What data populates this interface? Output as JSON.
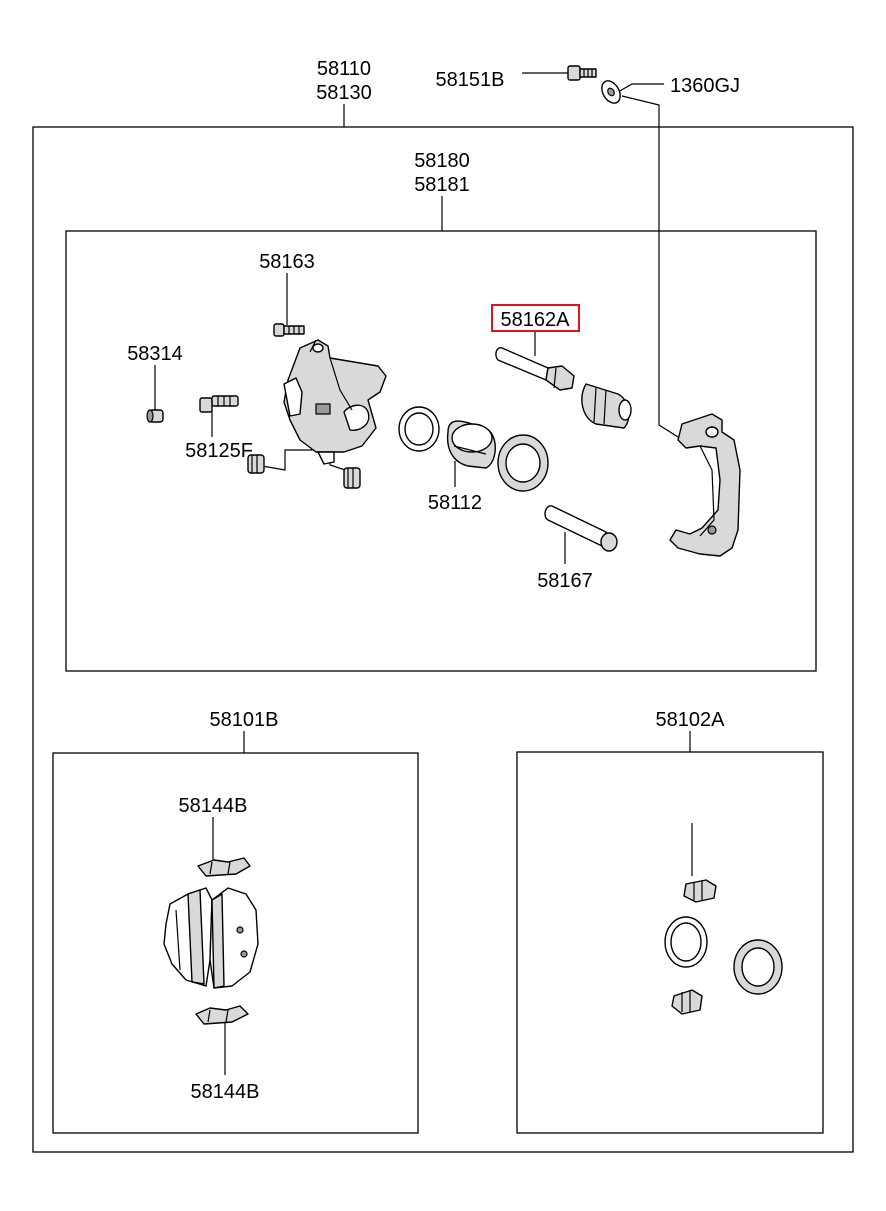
{
  "labels": {
    "assembly_front": "58110",
    "assembly_rear": "58130",
    "bolt": "58151B",
    "washer": "1360GJ",
    "caliper_body_a": "58180",
    "caliper_body_b": "58181",
    "bleeder_bolt": "58163",
    "cap": "58314",
    "bleeder_screw": "58125F",
    "guide_rod_highlighted": "58162A",
    "piston": "58112",
    "guide_rod": "58167",
    "pad_kit": "58101B",
    "shim_top": "58144B",
    "shim_bottom": "58144B",
    "seal_kit": "58102A"
  },
  "colors": {
    "highlight": "#e0141e",
    "line": "#000000",
    "part_fill": "#d9d9d9"
  }
}
